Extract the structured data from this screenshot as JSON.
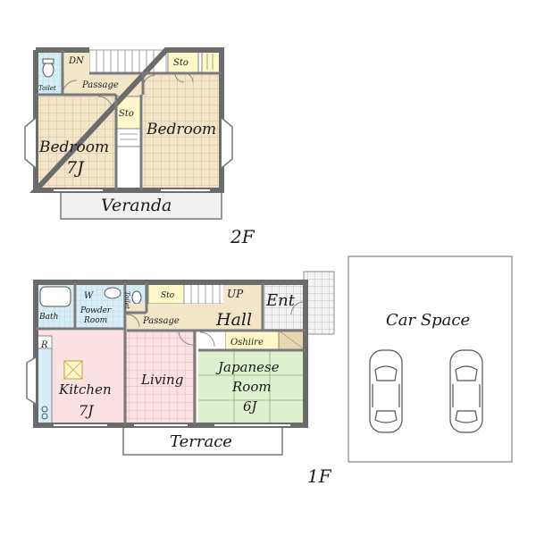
{
  "floor2": {
    "label": "2F",
    "rooms": {
      "dn": "DN",
      "sto_top": "Sto",
      "toilet": "Toilet",
      "passage": "Passage",
      "sto_mid": "Sto",
      "bedroom_left": "Bedroom",
      "bedroom_left_size": "7J",
      "bedroom_right": "Bedroom",
      "veranda": "Veranda"
    }
  },
  "floor1": {
    "label": "1F",
    "rooms": {
      "w": "W",
      "toilet": "Toilet",
      "sto": "Sto",
      "up": "UP",
      "ent": "Ent",
      "bath": "Bath",
      "powder_room_1": "Powder",
      "powder_room_2": "Room",
      "passage": "Passage",
      "hall": "Hall",
      "r": "R",
      "oshiire": "Oshiire",
      "kitchen": "Kitchen",
      "kitchen_size": "7J",
      "living": "Living",
      "japanese_1": "Japanese",
      "japanese_2": "Room",
      "japanese_size": "6J",
      "terrace": "Terrace"
    }
  },
  "car_space": {
    "label": "Car Space"
  },
  "colors": {
    "wall": "#6b6b6b",
    "floor_beige": "#f3e6c8",
    "floor_pink": "#fbe0e4",
    "floor_green": "#dff0cf",
    "floor_blue": "#d8eef6",
    "storage": "#fff8c8"
  }
}
